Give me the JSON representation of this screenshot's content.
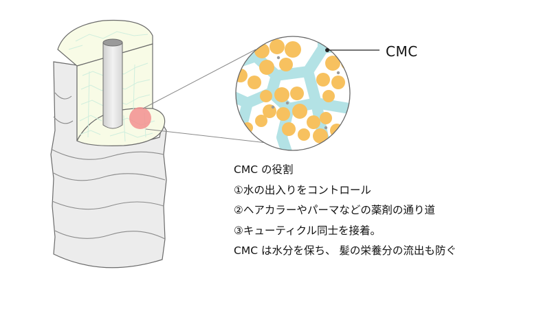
{
  "labels": {
    "cmc": "CMC"
  },
  "notes": {
    "heading": "CMC の役割",
    "lines": [
      "①水の出入りをコントロール",
      "②ヘアカラーやパーマなどの薬剤の通り道",
      "③キューティクル同士を接着。",
      "CMC は水分を保ち、 髪の栄養分の流出も防ぐ"
    ]
  },
  "colors": {
    "cmc_matrix": "#b3e2e5",
    "cell_fill": "#f7c15f",
    "cortex_fill": "#f8fbe6",
    "cortex_cell_lines": "#cfeedd",
    "highlight": "#f38f8f",
    "cuticle_fill": "#ececec",
    "outline": "#666666"
  }
}
